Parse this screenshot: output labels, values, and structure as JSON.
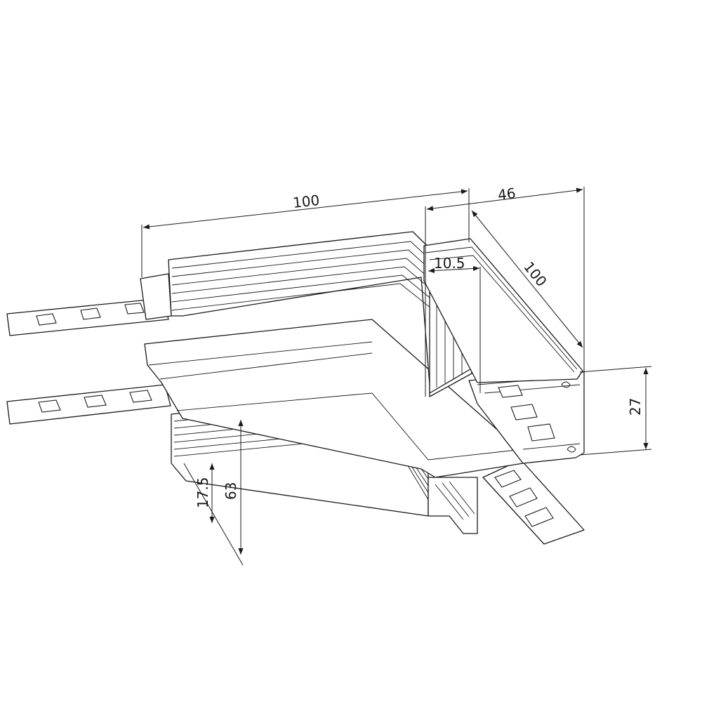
{
  "dimensions": {
    "length_top": "100",
    "width_right": "46",
    "length_right": "100",
    "channel_width": "10.5",
    "height_right": "27",
    "flange_depth": "17.5",
    "total_height": "63"
  },
  "colors": {
    "line": "#1a1a1a",
    "background": "#ffffff"
  }
}
